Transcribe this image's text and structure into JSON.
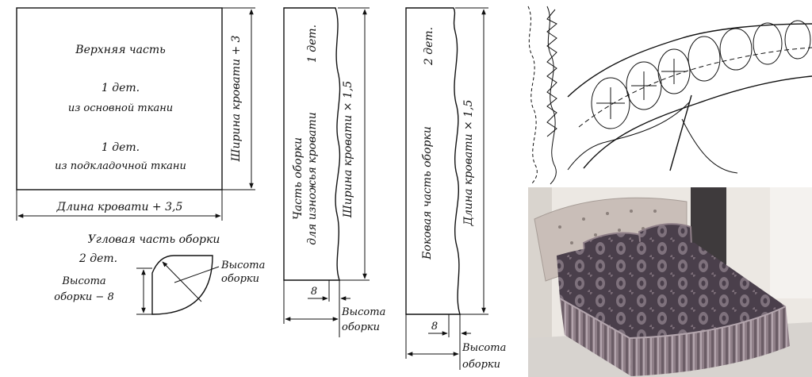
{
  "top_panel": {
    "title": "Верхняя часть",
    "line1a": "1 дет.",
    "line1b": "из основной ткани",
    "line2a": "1 дет.",
    "line2b": "из подкладочной ткани",
    "width_dim": "Ширина кровати + 3",
    "length_dim": "Длина кровати + 3,5"
  },
  "corner_piece": {
    "title": "Угловая часть оборки",
    "count": "2 дет.",
    "left_dim_a": "Высота",
    "left_dim_b": "оборки − 8",
    "right_dim_a": "Высота",
    "right_dim_b": "оборки"
  },
  "foot_piece": {
    "name_a": "Часть оборки",
    "name_b": "для изножья кровати",
    "count": "1 дет.",
    "length_dim": "Ширина кровати × 1,5",
    "offset": "8",
    "height_a": "Высота",
    "height_b": "оборки"
  },
  "side_piece": {
    "name": "Боковая часть оборки",
    "count": "2 дет.",
    "length_dim": "Длина кровати × 1,5",
    "offset": "8",
    "height_a": "Высота",
    "height_b": "оборки"
  },
  "colors": {
    "ink": "#111111",
    "bed_fabric": "#4a3f4b",
    "ruffle": "#8f7f88",
    "headboard": "#c9beb8",
    "wall": "#ece8e3",
    "floor": "#d7d3cf"
  }
}
